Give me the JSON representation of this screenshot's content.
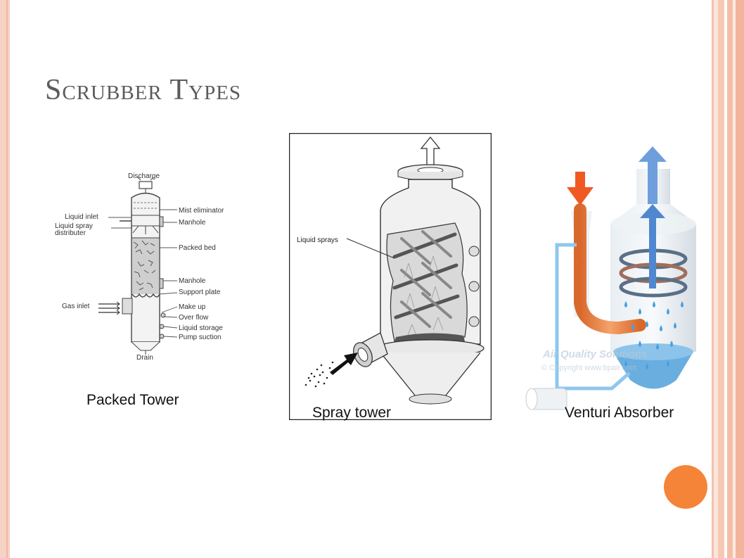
{
  "slide": {
    "title": "Scrubber Types",
    "accent_color": "#f58439"
  },
  "packed_tower": {
    "caption": "Packed Tower",
    "labels": {
      "discharge": "Discharge",
      "liquid_inlet": "Liquid inlet",
      "liquid_spray": "Liquid spray",
      "distributer": "distributer",
      "gas_inlet": "Gas inlet",
      "drain": "Drain",
      "mist_eliminator": "Mist eliminator",
      "manhole_top": "Manhole",
      "packed_bed": "Packed bed",
      "manhole_bottom": "Manhole",
      "support_plate": "Support plate",
      "make_up": "Make up",
      "over_flow": "Over flow",
      "liquid_storage": "Liquid storage",
      "pump_suction": "Pump suction"
    }
  },
  "spray_tower": {
    "caption": "Spray tower",
    "labels": {
      "liquid_sprays": "Liquid sprays"
    }
  },
  "venturi": {
    "caption": "Venturi Absorber",
    "watermark_line1": "Air Quality Solutions",
    "watermark_line2": "© Copyright www.bpair.com"
  }
}
